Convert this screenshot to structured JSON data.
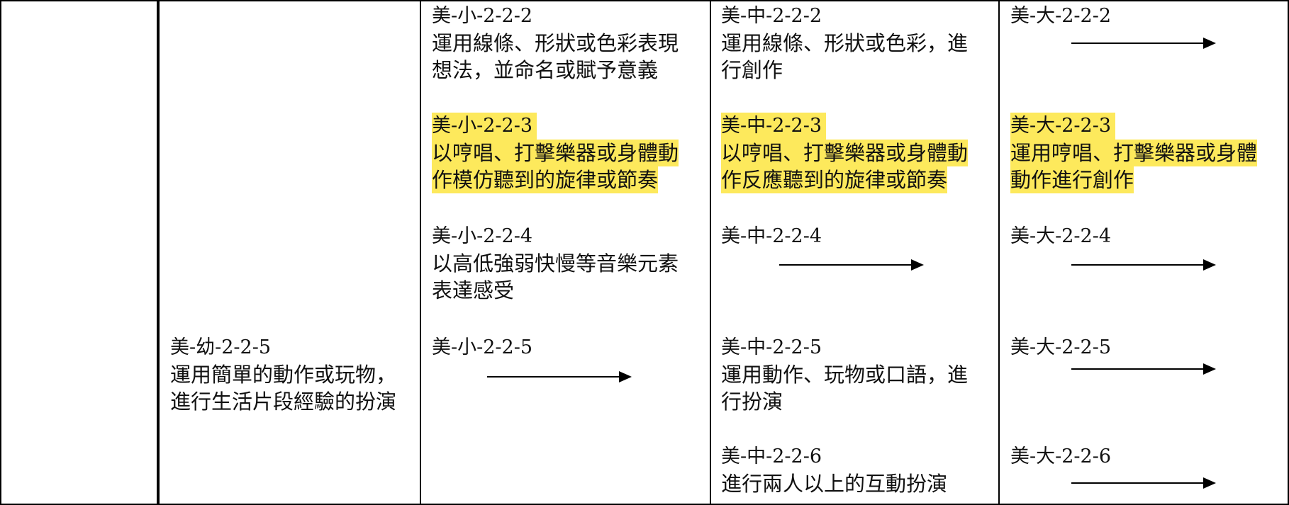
{
  "col_kindergarten": {
    "c5": {
      "code": "美-幼-2-2-5",
      "desc1": "運用簡單的動作或玩物，",
      "desc2": "進行生活片段經驗的扮演"
    }
  },
  "col_small": {
    "c2": {
      "code": "美-小-2-2-2",
      "desc1": "運用線條、形狀或色彩表現",
      "desc2": "想法，並命名或賦予意義"
    },
    "c3": {
      "code": "美-小-2-2-3",
      "desc1": "以哼唱、打擊樂器或身體動",
      "desc2": "作模仿聽到的旋律或節奏"
    },
    "c4": {
      "code": "美-小-2-2-4",
      "desc1": "以高低強弱快慢等音樂元素",
      "desc2": "表達感受"
    },
    "c5": {
      "code": "美-小-2-2-5"
    }
  },
  "col_middle": {
    "c2": {
      "code": "美-中-2-2-2",
      "desc1": "運用線條、形狀或色彩，進",
      "desc2": "行創作"
    },
    "c3": {
      "code": "美-中-2-2-3",
      "desc1": "以哼唱、打擊樂器或身體動",
      "desc2": "作反應聽到的旋律或節奏"
    },
    "c4": {
      "code": "美-中-2-2-4"
    },
    "c5": {
      "code": "美-中-2-2-5",
      "desc1": "運用動作、玩物或口語，進",
      "desc2": "行扮演"
    },
    "c6": {
      "code": "美-中-2-2-6",
      "desc1": "進行兩人以上的互動扮演"
    }
  },
  "col_large": {
    "c2": {
      "code": "美-大-2-2-2"
    },
    "c3": {
      "code": "美-大-2-2-3",
      "desc1": "運用哼唱、打擊樂器或身體",
      "desc2": "動作進行創作"
    },
    "c4": {
      "code": "美-大-2-2-4"
    },
    "c5": {
      "code": "美-大-2-2-5"
    },
    "c6": {
      "code": "美-大-2-2-6"
    }
  },
  "colors": {
    "highlight": "#fde95c",
    "line": "#000000"
  }
}
